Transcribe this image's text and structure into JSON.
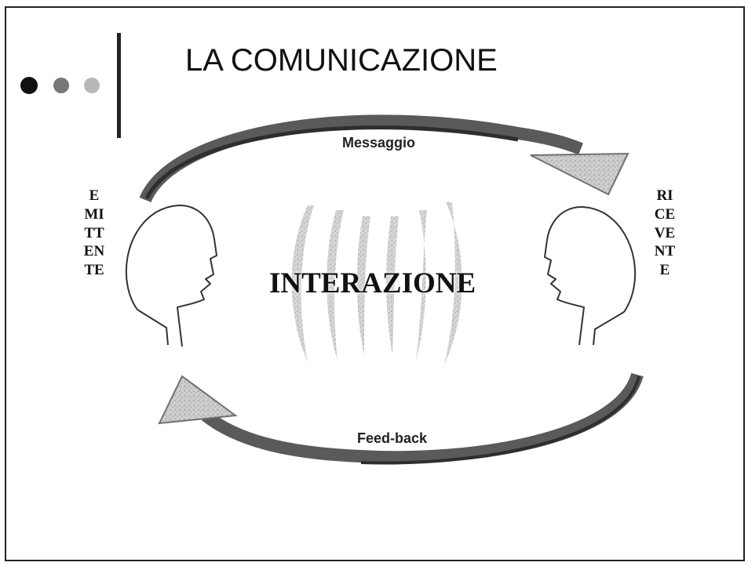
{
  "slide": {
    "title": "LA COMUNICAZIONE"
  },
  "diagram": {
    "sender_label": "EMITTENTE",
    "receiver_label": "RICEVENTE",
    "top_arrow_label": "Messaggio",
    "bottom_arrow_label": "Feed-back",
    "center_label": "INTERAZIONE"
  },
  "colors": {
    "frame": "#222222",
    "arrow": "#555555",
    "arrowhead": "#9a9a9a",
    "text": "#111111"
  },
  "icons": [
    "left-head-profile-icon",
    "right-head-profile-icon",
    "sound-wave-icon"
  ]
}
